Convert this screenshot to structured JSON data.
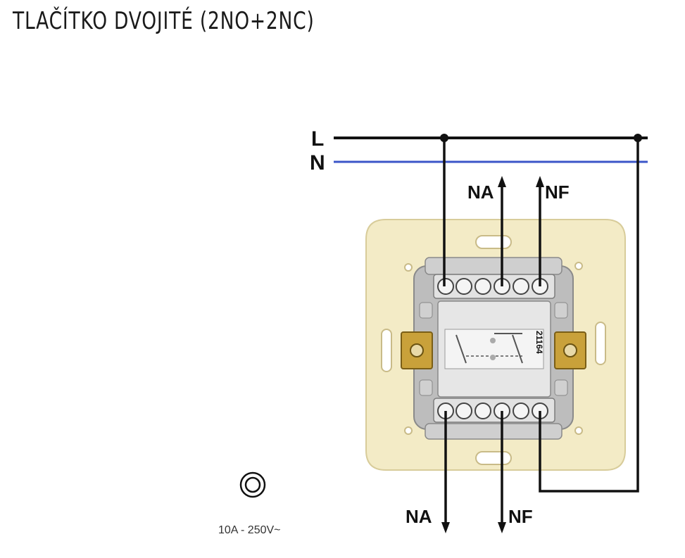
{
  "title": "TLAČÍTKO DVOJITÉ (2NO+2NC)",
  "wires": {
    "line": "L",
    "neutral": "N"
  },
  "labels": {
    "top_na": "NA",
    "top_nf": "NF",
    "bottom_na": "NA",
    "bottom_nf": "NF"
  },
  "device": {
    "code": "21164"
  },
  "rating": "10A - 250V~",
  "colors": {
    "line_wire": "#111111",
    "neutral_wire": "#3b56c8",
    "plate": "#f3ebc6",
    "mechanism": "#d9d9d9",
    "clamp": "#c9a13a"
  },
  "icons": {
    "double_insulation": "double-circle-icon"
  }
}
